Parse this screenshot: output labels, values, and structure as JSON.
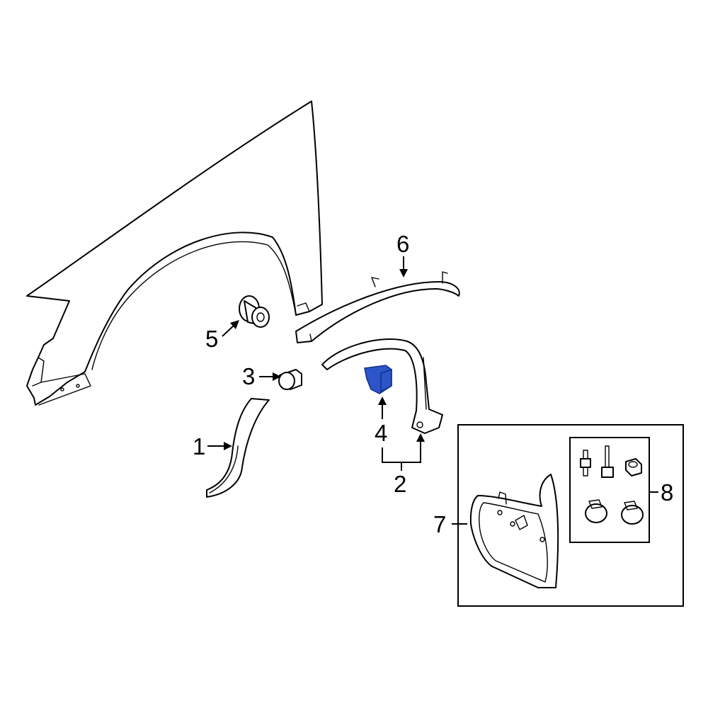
{
  "diagram": {
    "highlight_color": "#2b55c8",
    "highlighted_part": "4",
    "callouts": {
      "c1": "1",
      "c2": "2",
      "c3": "3",
      "c4": "4",
      "c5": "5",
      "c6": "6",
      "c7": "7",
      "c8": "8"
    }
  }
}
